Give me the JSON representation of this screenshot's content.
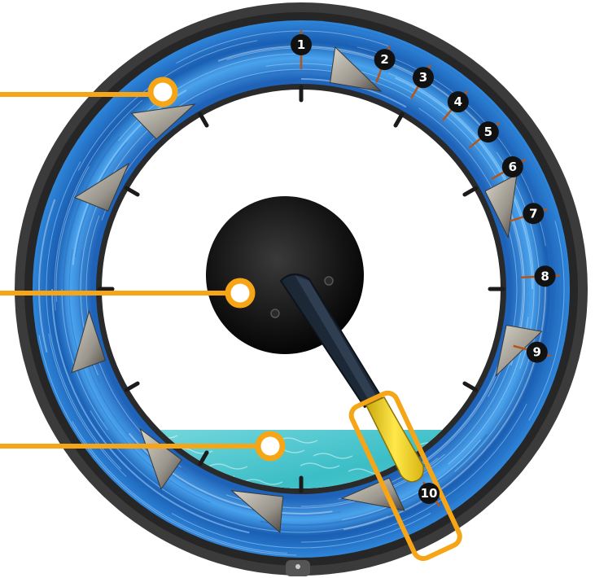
{
  "diagram": {
    "title": "",
    "scale_labels": [
      "1",
      "2",
      "3",
      "4",
      "5",
      "6",
      "7",
      "8",
      "9",
      "10"
    ],
    "callouts": [
      {
        "name": "outer-ring-callout",
        "label": ""
      },
      {
        "name": "center-hub-callout",
        "label": ""
      },
      {
        "name": "water-callout",
        "label": ""
      }
    ],
    "colors": {
      "callout": "#f5a516",
      "bezel": "#3a3a3a",
      "ring_blue": "#2c7fd4",
      "ring_light": "#8cc8f5",
      "hub": "#151515",
      "arm": "#1d2a38",
      "arm_tip": "#f5d21a",
      "water": "#43c6c9",
      "label_badge": "#111111"
    }
  }
}
